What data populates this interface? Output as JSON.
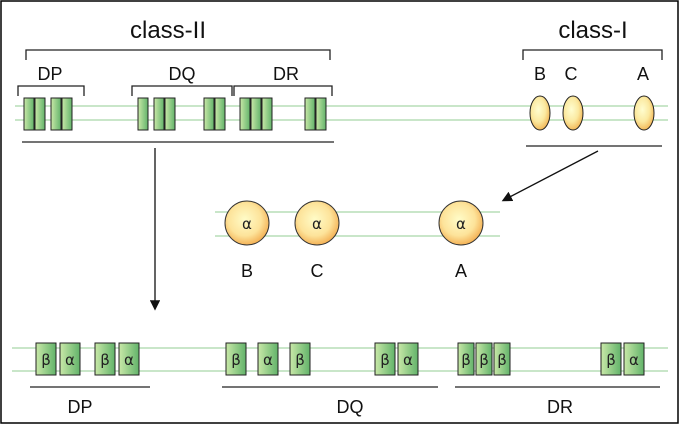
{
  "class_ii": {
    "title": "class-II",
    "genes": [
      "DP",
      "DQ",
      "DR"
    ]
  },
  "class_i": {
    "title": "class-I",
    "genes": [
      "B",
      "C",
      "A"
    ]
  },
  "class_i_products": {
    "chain_symbol": "α",
    "labels": [
      "B",
      "C",
      "A"
    ]
  },
  "class_ii_products": {
    "dp": {
      "label": "DP",
      "chains": [
        "β",
        "α",
        "β",
        "α"
      ]
    },
    "dq": {
      "label": "DQ",
      "chains": [
        "β",
        "α",
        "β",
        "β",
        "α"
      ]
    },
    "dr": {
      "label": "DR",
      "chains": [
        "β",
        "β",
        "β",
        "β",
        "α"
      ]
    }
  },
  "colors": {
    "line_green": "#a9d7a9",
    "box_green_light": "#c9e8a8",
    "box_green_dark": "#5fb065",
    "ellipse_yellow": "#fffbb6",
    "ellipse_orange": "#f6c46a",
    "border": "#000000"
  }
}
